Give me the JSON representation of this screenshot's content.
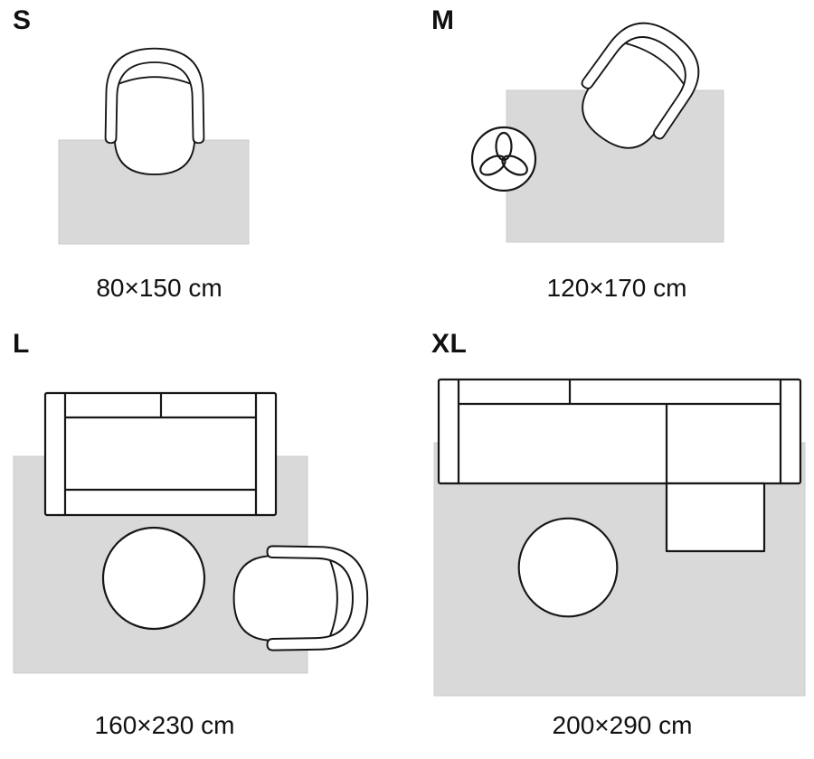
{
  "colors": {
    "rug": "#d9d9d9",
    "rug_edge": "#cccccc",
    "outline": "#161616",
    "text": "#111111",
    "furniture_fill": "#ffffff",
    "background": "#ffffff"
  },
  "sizes": [
    {
      "label": "S",
      "dimensions": "80×150 cm",
      "furniture": [
        "armchair"
      ]
    },
    {
      "label": "M",
      "dimensions": "120×170 cm",
      "furniture": [
        "potted-plant",
        "armchair"
      ]
    },
    {
      "label": "L",
      "dimensions": "160×230 cm",
      "furniture": [
        "sofa",
        "round-table",
        "armchair"
      ]
    },
    {
      "label": "XL",
      "dimensions": "200×290 cm",
      "furniture": [
        "corner-sofa",
        "round-table"
      ]
    }
  ]
}
